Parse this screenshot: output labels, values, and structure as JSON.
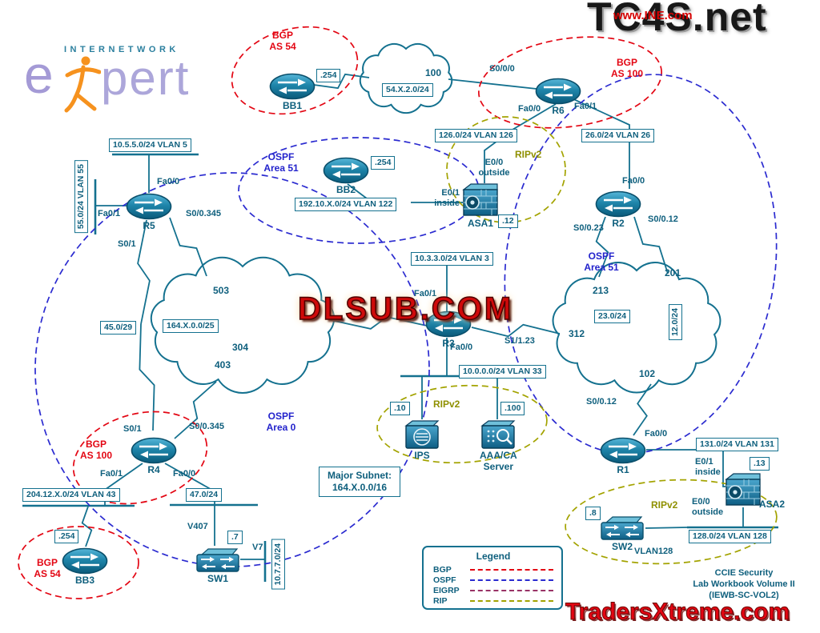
{
  "header": {
    "ine_url": "www.INE.com",
    "tc4s": "TC4S.net"
  },
  "logo": {
    "word": "INTERNETWORK",
    "e": "e",
    "pert": "pert"
  },
  "watermarks": {
    "dlsub": "DLSUB.COM",
    "traders": "TradersXtreme.com"
  },
  "devices": {
    "bb1": "BB1",
    "bb2": "BB2",
    "bb3": "BB3",
    "r1": "R1",
    "r2": "R2",
    "r3": "R3",
    "r4": "R4",
    "r5": "R5",
    "r6": "R6",
    "sw1": "SW1",
    "sw2": "SW2",
    "asa1": "ASA1",
    "asa2": "ASA2",
    "ips": "IPS",
    "aaa1": "AAA/CA",
    "aaa2": "Server"
  },
  "interfaces": {
    "r5_fa00": "Fa0/0",
    "r5_fa01": "Fa0/1",
    "r5_s00345": "S0/0.345",
    "r5_s01": "S0/1",
    "r6_s000": "S0/0/0",
    "r6_fa00": "Fa0/0",
    "r6_fa01": "Fa0/1",
    "r2_fa00": "Fa0/0",
    "r2_s0023": "S0/0.23",
    "r2_s0012": "S0/0.12",
    "r3_fa01": "Fa0/1",
    "r3_fa00": "Fa0/0",
    "r3_s1123": "S1/1.23",
    "r4_s01": "S0/1",
    "r4_s00345": "S0/0.345",
    "r4_fa01": "Fa0/1",
    "r4_fa00": "Fa0/0",
    "r1_s0012": "S0/0.12",
    "r1_fa00": "Fa0/0",
    "asa1_e00": "E0/0",
    "asa1_e00b": "outside",
    "asa1_e01": "E0/1",
    "asa1_e01b": "inside",
    "asa2_e01": "E0/1",
    "asa2_e01b": "inside",
    "asa2_e00": "E0/0",
    "asa2_e00b": "outside"
  },
  "ip_labels": {
    "bb1": ".254",
    "bb2": ".254",
    "bb3": ".254",
    "asa1": ".12",
    "asa2": ".13",
    "ips": ".10",
    "aaa": ".100",
    "sw1": ".7",
    "sw2": ".8"
  },
  "subnets": {
    "vlan5": "10.5.5.0/24 VLAN 5",
    "vlan55": "55.0/24 VLAN 55",
    "net45": "45.0/29",
    "net54": "54.X.2.0/24",
    "vlan126": "126.0/24 VLAN 126",
    "vlan26": "26.0/24 VLAN 26",
    "vlan122": "192.10.X.0/24 VLAN 122",
    "vlan3": "10.3.3.0/24 VLAN 3",
    "vlan33": "10.0.0.0/24 VLAN 33",
    "net164": "164.X.0.0/25",
    "net23": "23.0/24",
    "net12": "12.0/24",
    "vlan131": "131.0/24 VLAN 131",
    "vlan43": "204.12.X.0/24 VLAN 43",
    "net47": "47.0/24",
    "net1077": "10.7.7.0/24",
    "vlan128": "128.0/24 VLAN 128",
    "major1": "Major Subnet:",
    "major2": "164.X.0.0/16"
  },
  "clouds": {
    "c100": "100",
    "c503": "503",
    "c304": "304",
    "c403": "403",
    "c213": "213",
    "c201": "201",
    "c312": "312",
    "c102": "102"
  },
  "zones": {
    "bgp54_top": {
      "l1": "BGP",
      "l2": "AS 54"
    },
    "bgp100_top": {
      "l1": "BGP",
      "l2": "AS 100"
    },
    "bgp100_left": {
      "l1": "BGP",
      "l2": "AS 100"
    },
    "bgp54_bottom": {
      "l1": "BGP",
      "l2": "AS 54"
    },
    "ospf51_left": {
      "l1": "OSPF",
      "l2": "Area 51"
    },
    "ospf51_right": {
      "l1": "OSPF",
      "l2": "Area 51"
    },
    "ospf0": {
      "l1": "OSPF",
      "l2": "Area 0"
    },
    "rip_top": "RIPv2",
    "rip_mid": "RIPv2",
    "rip_bottom": "RIPv2"
  },
  "misc": {
    "v407": "V407",
    "v7": "V7",
    "vlan128_label": "VLAN128"
  },
  "legend": {
    "title": "Legend",
    "items": [
      {
        "label": "BGP",
        "color": "#e30613"
      },
      {
        "label": "OSPF",
        "color": "#2b2bd0"
      },
      {
        "label": "EIGRP",
        "color": "#993366"
      },
      {
        "label": "RIP",
        "color": "#a3a300"
      }
    ]
  },
  "credits": {
    "l1": "CCIE Security",
    "l2": "Lab Workbook Volume II",
    "l3": "(IEWB-SC-VOL2)"
  },
  "colors": {
    "link": "#14718f",
    "bgp": "#e30613",
    "ospf": "#2b2bd0",
    "eigrp": "#993366",
    "rip": "#a3a300",
    "device": "#1779a0"
  },
  "icons": {
    "router": "router-icon",
    "switch": "switch-icon",
    "asa": "firewall-icon",
    "ips": "ips-sensor-icon",
    "server": "aaa-server-icon",
    "cloud": "wan-cloud-shape"
  }
}
